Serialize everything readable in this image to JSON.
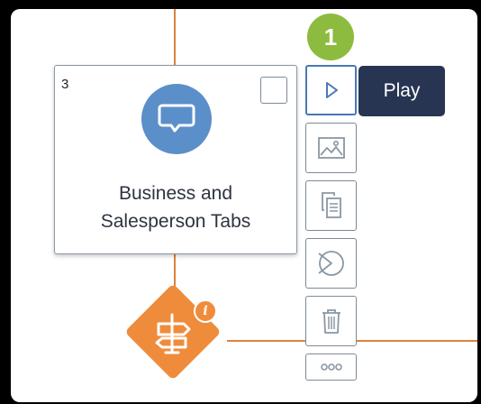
{
  "step": {
    "number": "1"
  },
  "card": {
    "number": "3",
    "title_line1": "Business and",
    "title_line2": "Salesperson Tabs",
    "icon": "speech-bubble-icon"
  },
  "decision": {
    "icon": "signpost-icon",
    "badge": "i"
  },
  "toolbar": {
    "items": [
      {
        "name": "play",
        "icon": "play-icon",
        "active": true
      },
      {
        "name": "image",
        "icon": "image-icon"
      },
      {
        "name": "copy",
        "icon": "copy-icon"
      },
      {
        "name": "branch",
        "icon": "branch-icon"
      },
      {
        "name": "delete",
        "icon": "trash-icon"
      },
      {
        "name": "more",
        "icon": "ellipsis-icon"
      }
    ]
  },
  "tooltip": {
    "text": "Play"
  },
  "colors": {
    "connector": "#e0823a",
    "decision": "#ef8c3c",
    "card_icon": "#5b8fc9",
    "step_badge": "#8dbb3f",
    "tooltip_bg": "#283552",
    "active_border": "#4a78b5"
  }
}
